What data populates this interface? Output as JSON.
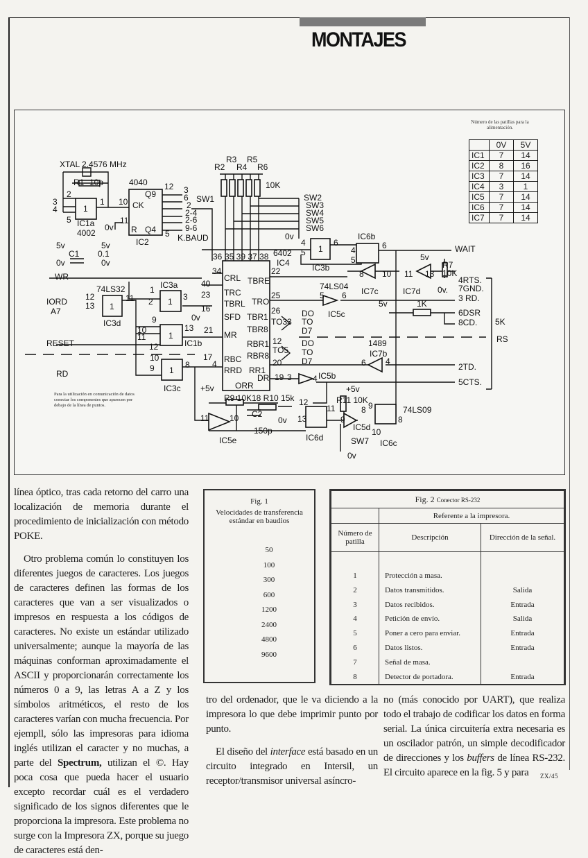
{
  "header": {
    "section": "MONTAJES",
    "bar_color": "#7a7a7a"
  },
  "schematic": {
    "power_table": {
      "caption": "Número de las patillas para la alimentación.",
      "headers": [
        "",
        "0V",
        "5V"
      ],
      "rows": [
        [
          "IC1",
          "7",
          "14"
        ],
        [
          "IC2",
          "8",
          "16"
        ],
        [
          "IC3",
          "7",
          "14"
        ],
        [
          "IC4",
          "3",
          "1"
        ],
        [
          "IC5",
          "7",
          "14"
        ],
        [
          "IC6",
          "7",
          "14"
        ],
        [
          "IC7",
          "7",
          "14"
        ]
      ]
    },
    "note": "Para la utilización en comunicación de datos conectar los componentes que aparecen por debajo de la línea de puntos.",
    "labels": [
      "XTAL 2.4576 MHz",
      "R1",
      "10p",
      "2",
      "3",
      "4",
      "5",
      "1",
      "1",
      "IC1a",
      "4002",
      "4040",
      "CK",
      "Q9",
      "R",
      "Q4",
      "12",
      "10",
      "11",
      "0v",
      "5",
      "IC2",
      "3",
      "6",
      "SW1",
      "2",
      "2-4",
      "2-6",
      "9-6",
      "K.BAUD",
      "5v",
      "5v",
      "C1",
      "0.1",
      "0v",
      "0v",
      "WR",
      "74LS32",
      "IORD",
      "A7",
      "12",
      "13",
      "1",
      "11",
      "IC3d",
      "IC3a",
      "1",
      "1",
      "2",
      "3",
      "RESET",
      "9",
      "10",
      "11",
      "1",
      "13",
      "IC1b",
      "12",
      "10",
      "9",
      "1",
      "8",
      "IC3c",
      "RD",
      "CRL",
      "TRC",
      "TBRL",
      "SFD",
      "MR",
      "RBC",
      "RRD",
      "TBRE",
      "TRO",
      "TBR1",
      "TBR8",
      "RBR1",
      "RBR8",
      "RR1",
      "DR",
      "ORR",
      "6402",
      "IC4",
      "36",
      "35 39 37 38",
      "34",
      "40",
      "23",
      "16",
      "0v",
      "21",
      "17",
      "4",
      "22",
      "25",
      "26",
      "TO33",
      "12",
      "TO5",
      "20",
      "19",
      "3",
      "DO",
      "TO",
      "D7",
      "DO",
      "TO",
      "D7",
      "R2",
      "R3",
      "R4",
      "R5",
      "R6",
      "10K",
      "SW2",
      "SW3",
      "SW4",
      "SW5",
      "SW6",
      "0v",
      "1",
      "4",
      "5",
      "6",
      "IC3b",
      "IC6b",
      "4",
      "5",
      "6",
      "WAIT",
      "5v",
      "R7",
      "10K",
      "8",
      "10",
      "IC7c",
      "11",
      "13",
      "IC7d",
      "74LS04",
      "5",
      "6",
      "IC5c",
      "4RTS.",
      "7GND.",
      "3 RD.",
      "6DSR",
      "8CD.",
      "2TD.",
      "5CTS.",
      "0v.",
      "5v",
      "1K",
      "5K",
      "RS",
      "1489",
      "IC7b",
      "6",
      "4",
      "IC5b",
      "4",
      "+5v",
      "R9 10K",
      "18 R10 15k",
      "C2",
      "150p",
      "0v",
      "11",
      "10",
      "IC5e",
      "12",
      "13",
      "11",
      "IC6d",
      "+5v",
      "R11 10K",
      "8",
      "9",
      "9",
      "IC5d",
      "10",
      "74LS09",
      "8",
      "SW7",
      "0v",
      "IC6c"
    ]
  },
  "column1": {
    "p1": "línea óptico, tras cada retorno del carro una localización de memoria durante el procedimiento de inicialización con método POKE.",
    "p2a": "Otro problema común lo constituyen los diferentes juegos de caracteres. Los juegos de caracteres definen las formas de los caracteres que van a ser visualizados o impresos en respuesta a los códigos de caracteres. No existe un estándar utilizado universalmente; aunque la mayoría de las máquinas conforman aproximadamente el ASCII y proporcionarán correctamente los números 0 a 9, las letras A a Z y los símbolos aritméticos, el resto de los caracteres varían con mucha frecuencia. Por ejempll, sólo las impresoras para idioma inglés utilizan el caracter   y no muchas, a parte del ",
    "p2b": "Spectrum,",
    "p2c": " utilizan el ©. Hay poca cosa que pueda hacer el usuario excepto recordar cuál es el verdadero significado de los signos diferentes que le proporciona la impresora. Este problema no surge con la Impresora ZX, porque su juego de caracteres está den-"
  },
  "fig1": {
    "title": "Fig. 1",
    "subtitle": "Velocidades de transferencia estándar en baudios",
    "values": [
      "50",
      "100",
      "300",
      "600",
      "1200",
      "2400",
      "4800",
      "9600"
    ]
  },
  "fig2": {
    "title": "Fig. 2",
    "subtitle": "Conector RS-232",
    "group_header": "Referente a la impresora.",
    "headers": [
      "Número de patilla",
      "Descripción",
      "Dirección de la señal."
    ],
    "rows": [
      {
        "pin": "1",
        "desc": "Protección a masa.",
        "dir": ""
      },
      {
        "pin": "2",
        "desc": "Datos transmitidos.",
        "dir": "Salida"
      },
      {
        "pin": "3",
        "desc": "Datos recibidos.",
        "dir": "Entrada"
      },
      {
        "pin": "4",
        "desc": "Petición de envío.",
        "dir": "Salida"
      },
      {
        "pin": "5",
        "desc": "Poner a cero para enviar.",
        "dir": "Entrada"
      },
      {
        "pin": "6",
        "desc": "Datos listos.",
        "dir": "Entrada"
      },
      {
        "pin": "7",
        "desc": "Señal de masa.",
        "dir": ""
      },
      {
        "pin": "8",
        "desc": "Detector de portadora.",
        "dir": "Entrada"
      }
    ]
  },
  "column2": {
    "p1": "tro del ordenador, que le va diciendo a la impresora lo que debe imprimir punto por punto.",
    "p2a": "El diseño del ",
    "p2b": "interface",
    "p2c": " está basado en un circuito integrado en Intersil, un receptor/transmisor universal asíncro-"
  },
  "column3": {
    "p1a": "no (más conocido por UART), que realiza todo el trabajo de codificar los datos en forma serial. La única circuitería extra necesaria es un oscilador patrón, un simple decodificador de direcciones y los ",
    "p1b": "buffers",
    "p1c": " de línea RS-232. El circuito aparece en la fig. 5 y para"
  },
  "footer": {
    "page": "ZX/45"
  }
}
